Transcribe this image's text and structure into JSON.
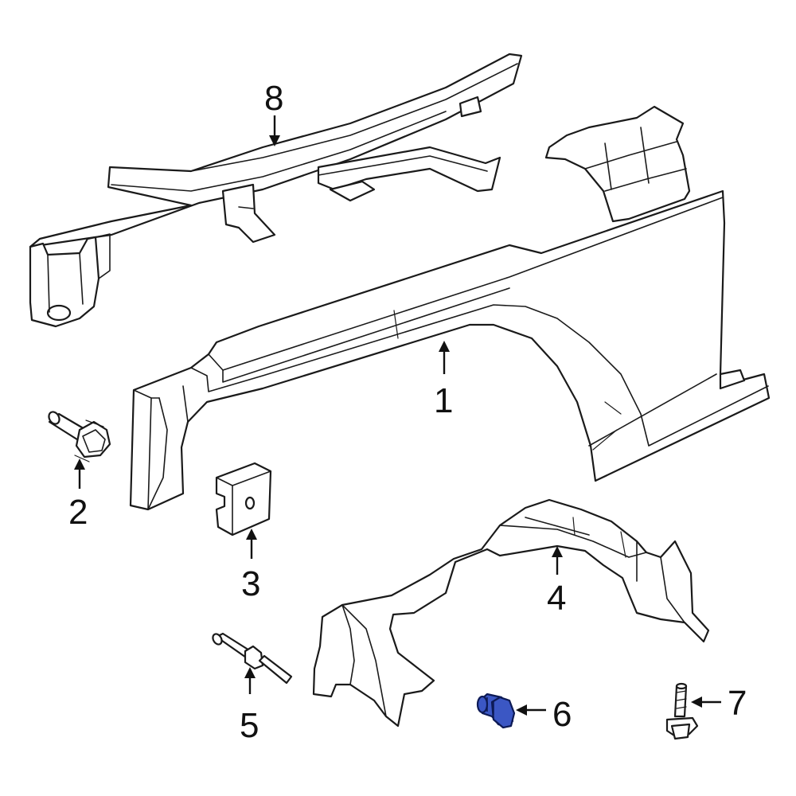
{
  "highlight_color": "#3b57c4",
  "parts": [
    {
      "id": "1",
      "label": "1"
    },
    {
      "id": "2",
      "label": "2"
    },
    {
      "id": "3",
      "label": "3"
    },
    {
      "id": "4",
      "label": "4"
    },
    {
      "id": "5",
      "label": "5"
    },
    {
      "id": "6",
      "label": "6",
      "highlighted": true
    },
    {
      "id": "7",
      "label": "7"
    },
    {
      "id": "8",
      "label": "8"
    }
  ]
}
